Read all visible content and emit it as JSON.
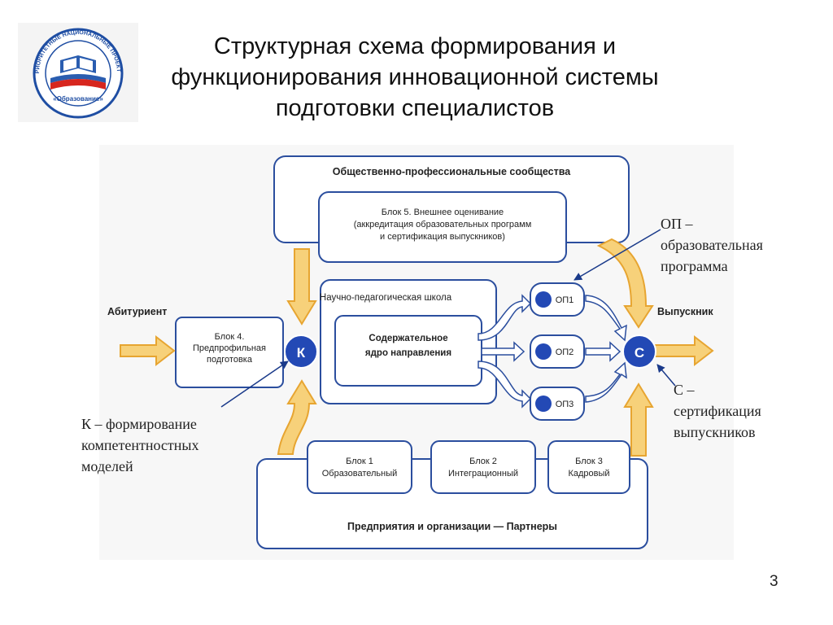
{
  "title": {
    "line1": "Структурная схема формирования и",
    "line2": "функционирования инновационной системы",
    "line3": "подготовки специалистов"
  },
  "logo": {
    "ring_text": "ПРИОРИТЕТНЫЕ НАЦИОНАЛЬНЫЕ ПРОЕКТЫ",
    "bottom_text": "«Образование»",
    "colors": {
      "blue": "#2a5db0",
      "red": "#d7261e",
      "ring": "#1f4ea3"
    }
  },
  "diagram": {
    "top_group": "Общественно-профессиональные сообщества",
    "block5": {
      "line1": "Блок 5. Внешнее оценивание",
      "line2": "(аккредитация образовательных программ",
      "line3": "и сертификация выпускников)"
    },
    "entrant": "Абитуриент",
    "block4": {
      "line1": "Блок 4.",
      "line2": "Предпрофильная",
      "line3": "подготовка"
    },
    "node_k": "К",
    "school": "Научно-педагогическая школа",
    "core": {
      "line1": "Содержательное",
      "line2": "ядро направления"
    },
    "op_nodes": [
      "ОП1",
      "ОП2",
      "ОП3"
    ],
    "node_c": "С",
    "graduate": "Выпускник",
    "blocks_bottom": [
      {
        "line1": "Блок 1",
        "line2": "Образовательный"
      },
      {
        "line1": "Блок 2",
        "line2": "Интеграционный"
      },
      {
        "line1": "Блок 3",
        "line2": "Кадровый"
      }
    ],
    "bottom_group": "Предприятия и организации — Партнеры",
    "colors": {
      "box_stroke": "#2b4e9e",
      "node_fill": "#2349b5",
      "arrow_fill": "#f7d17a",
      "arrow_stroke": "#e7a531"
    }
  },
  "notes": {
    "op": {
      "line1": "ОП –",
      "line2": "образовательная",
      "line3": "программа"
    },
    "c": {
      "line1": "С –",
      "line2": "сертификация",
      "line3": "выпускников"
    },
    "k": {
      "line1": "К – формирование",
      "line2": "компетентностных",
      "line3": "моделей"
    }
  },
  "page_number": "3"
}
